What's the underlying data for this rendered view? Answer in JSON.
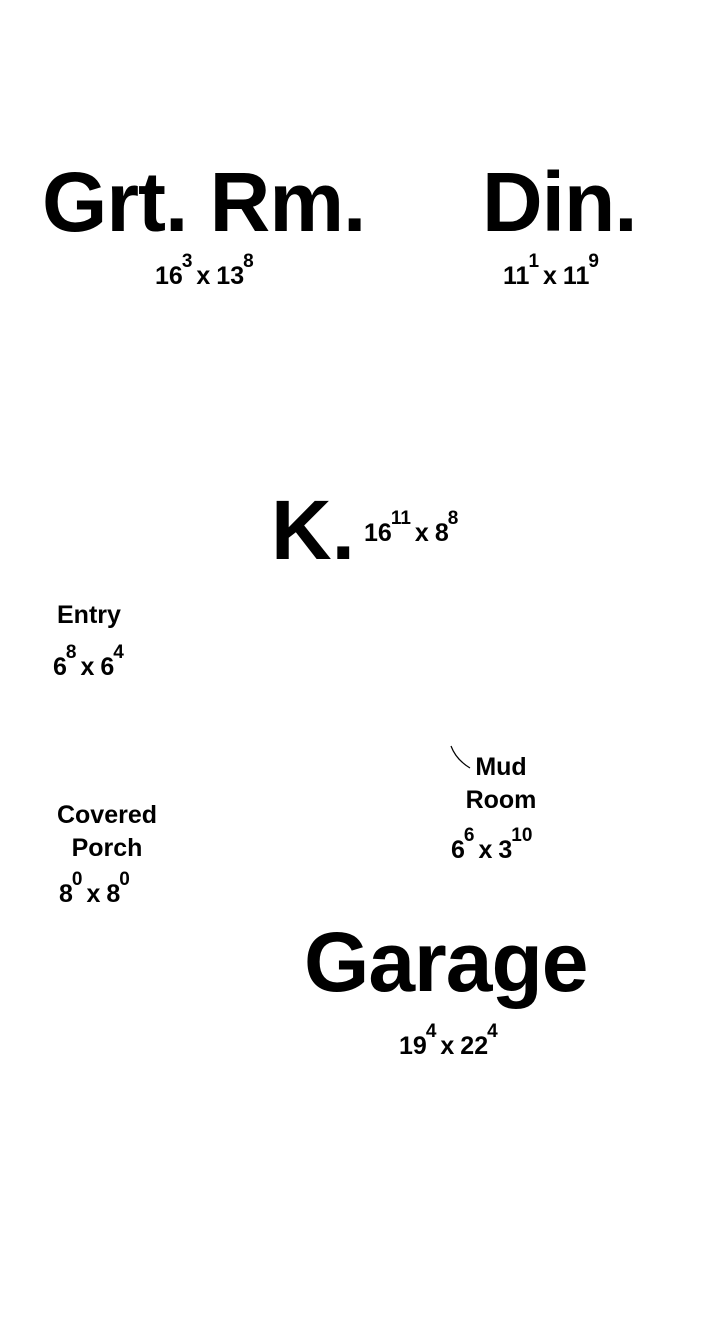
{
  "rooms": {
    "great_room": {
      "name": "Grt. Rm.",
      "w_ft": "16",
      "w_in": "3",
      "sep": "x",
      "l_ft": "13",
      "l_in": "8"
    },
    "dining": {
      "name": "Din.",
      "w_ft": "11",
      "w_in": "1",
      "sep": "x",
      "l_ft": "11",
      "l_in": "9"
    },
    "kitchen": {
      "name": "K.",
      "w_ft": "16",
      "w_in": "11",
      "sep": "x",
      "l_ft": "8",
      "l_in": "8"
    },
    "entry": {
      "name": "Entry",
      "w_ft": "6",
      "w_in": "8",
      "sep": "x",
      "l_ft": "6",
      "l_in": "4"
    },
    "mud_room": {
      "name_line1": "Mud",
      "name_line2": "Room",
      "w_ft": "6",
      "w_in": "6",
      "sep": "x",
      "l_ft": "3",
      "l_in": "10"
    },
    "covered_porch": {
      "name_line1": "Covered",
      "name_line2": "Porch",
      "w_ft": "8",
      "w_in": "0",
      "sep": "x",
      "l_ft": "8",
      "l_in": "0"
    },
    "garage": {
      "name": "Garage",
      "w_ft": "19",
      "w_in": "4",
      "sep": "x",
      "l_ft": "22",
      "l_in": "4"
    }
  },
  "colors": {
    "text": "#000000",
    "background": "#ffffff"
  }
}
